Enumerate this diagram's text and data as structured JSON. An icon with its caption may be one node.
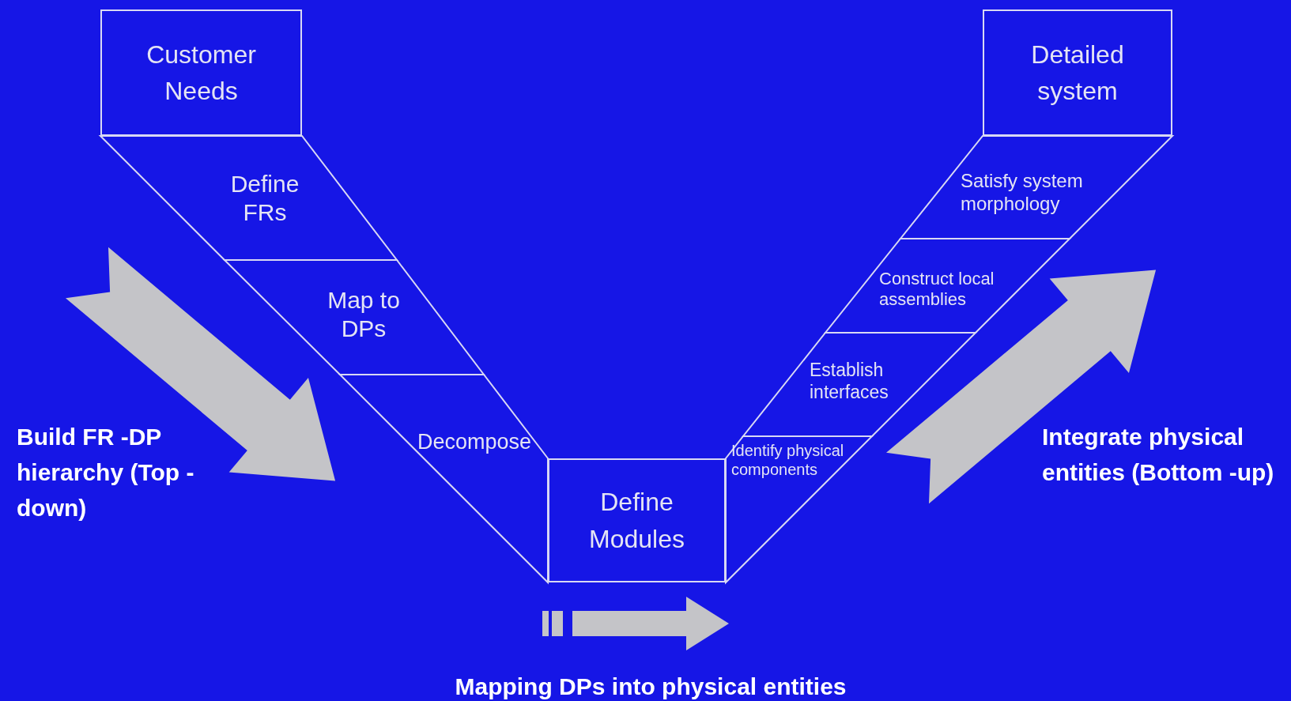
{
  "diagram": {
    "nodes": [
      {
        "text": [
          "Customer Needs"
        ]
      },
      {
        "text": [
          "Define FRs"
        ]
      },
      {
        "text": [
          "Map to DPs"
        ]
      },
      {
        "text": [
          "Decompose"
        ]
      },
      {
        "text": [
          "Define Modules"
        ]
      },
      {
        "text": [
          "Identify physical components"
        ]
      },
      {
        "text": [
          "Establish interfaces"
        ]
      },
      {
        "text": [
          "Construct local assemblies"
        ]
      },
      {
        "text": [
          "Satisfy system morphology"
        ]
      },
      {
        "text": [
          "Detailed system"
        ]
      }
    ],
    "labels": [
      "Build FR -DP hierarchy (Top -down)",
      "Integrate physical entities (Bottom -up)",
      "Mapping DPs into physical entities"
    ]
  }
}
